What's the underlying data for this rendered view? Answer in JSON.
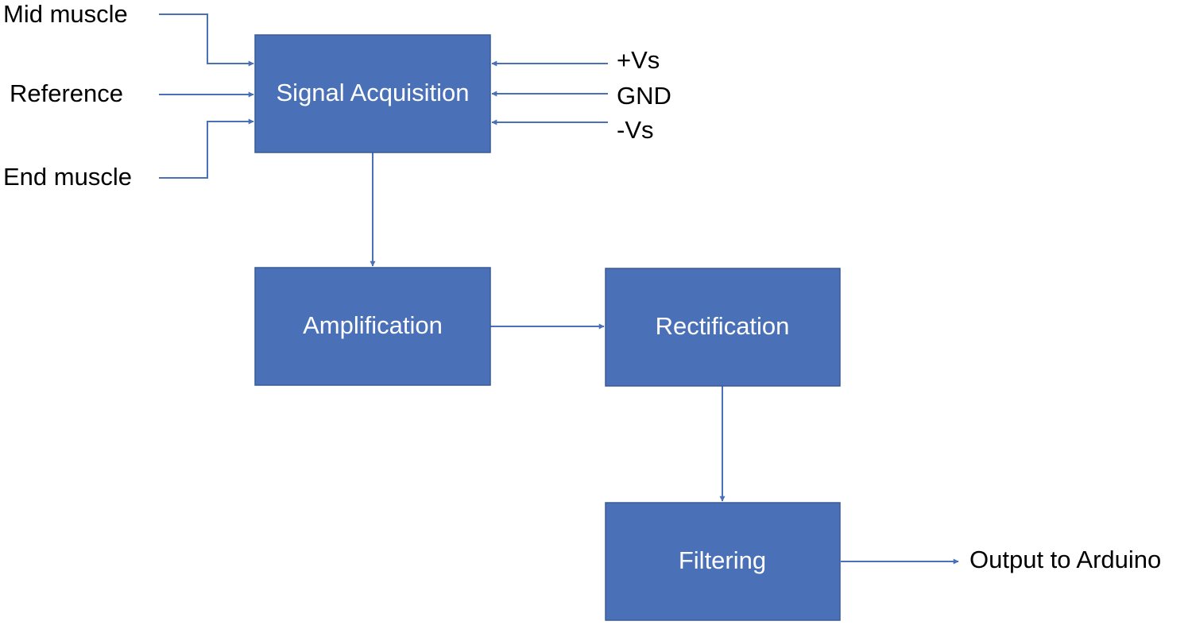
{
  "blocks": {
    "signal_acquisition": "Signal Acquisition",
    "amplification": "Amplification",
    "rectification": "Rectification",
    "filtering": "Filtering"
  },
  "inputs": {
    "mid_muscle": "Mid muscle",
    "reference": "Reference",
    "end_muscle": "End muscle"
  },
  "supply": {
    "pos": "+Vs",
    "gnd": "GND",
    "neg": "-Vs"
  },
  "output": {
    "label": "Output to Arduino"
  },
  "colors": {
    "block_fill": "#4a71b8",
    "connector": "#4a71b8",
    "block_text": "#ffffff",
    "label_text": "#000000"
  }
}
